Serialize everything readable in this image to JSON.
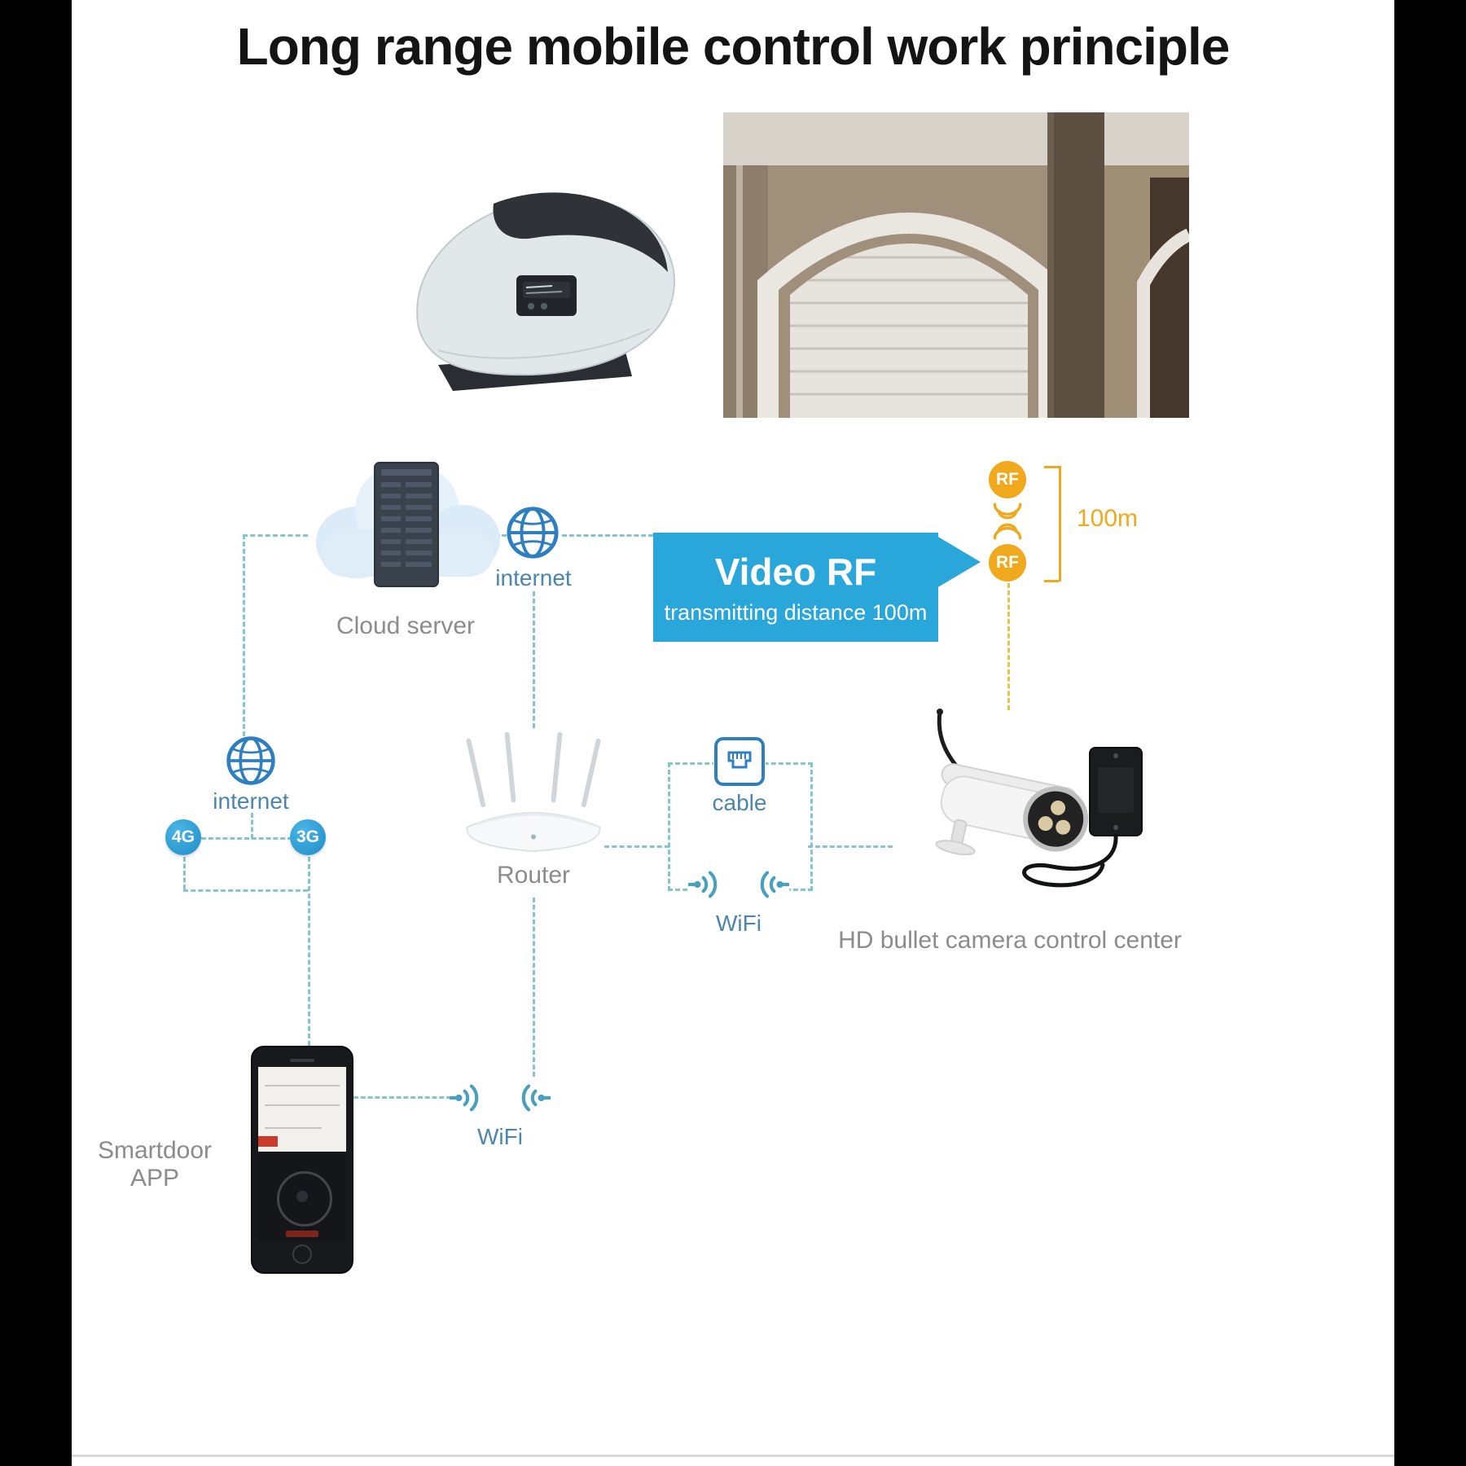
{
  "title": "Long range mobile control work principle",
  "nodes": {
    "cloud_server": {
      "label": "Cloud server"
    },
    "internet_top": {
      "label": "internet"
    },
    "internet_left": {
      "label": "internet"
    },
    "router": {
      "label": "Router"
    },
    "cable": {
      "label": "cable"
    },
    "wifi_mid": {
      "label": "WiFi"
    },
    "wifi_bottom": {
      "label": "WiFi"
    },
    "camera": {
      "label": "HD bullet camera control center"
    },
    "app": {
      "label": "Smartdoor APP"
    },
    "badge_4g": "4G",
    "badge_3g": "3G",
    "rf_top": "RF",
    "rf_bottom": "RF",
    "distance": "100m"
  },
  "callout": {
    "title": "Video RF",
    "subtitle": "transmitting distance 100m"
  },
  "icons": {
    "internet": "globe-icon",
    "cable": "rj45-cable-icon",
    "wifi": "wifi-waves-icon",
    "rf": "rf-badge",
    "cloud": "cloud-server-icon",
    "router": "wireless-router-icon",
    "camera": "bullet-camera-icon",
    "phone": "smartphone-icon"
  },
  "colors": {
    "accent_blue": "#29a7da",
    "icon_blue": "#2e7fc0",
    "rf_orange": "#f0a81c",
    "dash_teal": "#86c5cf",
    "dash_yellow": "#e5c44a",
    "label_gray": "#8c8c8c"
  }
}
